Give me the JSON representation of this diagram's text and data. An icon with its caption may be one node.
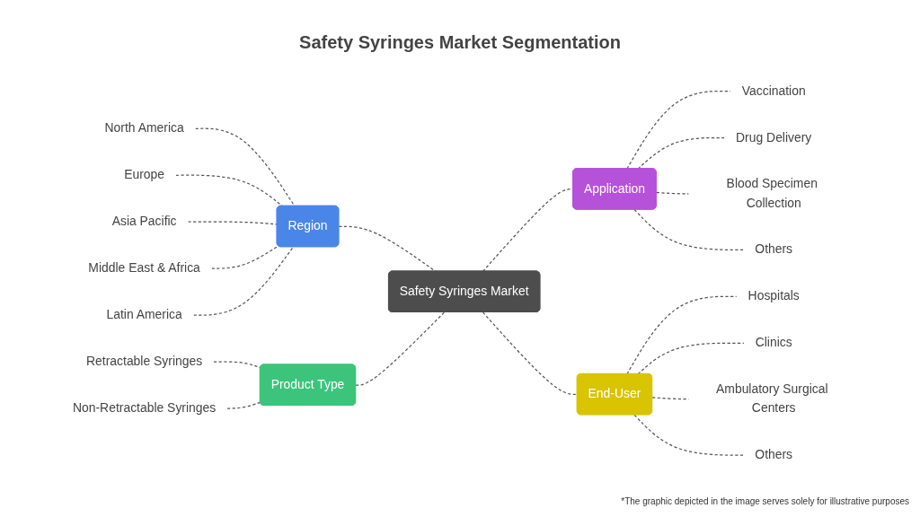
{
  "diagram": {
    "title": "Safety Syringes Market Segmentation",
    "nodes": [
      {
        "text": [
          "Safety Syringes Market"
        ]
      },
      {
        "text": [
          "Region"
        ]
      },
      {
        "text": [
          "North America"
        ]
      },
      {
        "text": [
          "Europe"
        ]
      },
      {
        "text": [
          "Asia Pacific"
        ]
      },
      {
        "text": [
          "Middle East & Africa"
        ]
      },
      {
        "text": [
          "Latin America"
        ]
      },
      {
        "text": [
          "Product Type"
        ]
      },
      {
        "text": [
          "Retractable Syringes"
        ]
      },
      {
        "text": [
          "Non-Retractable Syringes"
        ]
      },
      {
        "text": [
          "Application"
        ]
      },
      {
        "text": [
          "Vaccination"
        ]
      },
      {
        "text": [
          "Drug Delivery"
        ]
      },
      {
        "text": [
          "Blood Specimen Collection"
        ]
      },
      {
        "text": [
          "Others"
        ]
      },
      {
        "text": [
          "End-User"
        ]
      },
      {
        "text": [
          "Hospitals"
        ]
      },
      {
        "text": [
          "Clinics"
        ]
      },
      {
        "text": [
          "Ambulatory Surgical Centers"
        ]
      },
      {
        "text": [
          "Others"
        ]
      }
    ],
    "edges": [
      {
        "from": 0,
        "to": 1,
        "arrow": "none",
        "style": "dashed"
      },
      {
        "from": 1,
        "to": 2,
        "arrow": "none",
        "style": "dashed"
      },
      {
        "from": 1,
        "to": 3,
        "arrow": "none",
        "style": "dashed"
      },
      {
        "from": 1,
        "to": 4,
        "arrow": "none",
        "style": "dashed"
      },
      {
        "from": 1,
        "to": 5,
        "arrow": "none",
        "style": "dashed"
      },
      {
        "from": 1,
        "to": 6,
        "arrow": "none",
        "style": "dashed"
      },
      {
        "from": 0,
        "to": 7,
        "arrow": "none",
        "style": "dashed"
      },
      {
        "from": 7,
        "to": 8,
        "arrow": "none",
        "style": "dashed"
      },
      {
        "from": 7,
        "to": 9,
        "arrow": "none",
        "style": "dashed"
      },
      {
        "from": 0,
        "to": 10,
        "arrow": "none",
        "style": "dashed"
      },
      {
        "from": 10,
        "to": 11,
        "arrow": "none",
        "style": "dashed"
      },
      {
        "from": 10,
        "to": 12,
        "arrow": "none",
        "style": "dashed"
      },
      {
        "from": 10,
        "to": 13,
        "arrow": "none",
        "style": "dashed"
      },
      {
        "from": 10,
        "to": 14,
        "arrow": "none",
        "style": "dashed"
      },
      {
        "from": 0,
        "to": 15,
        "arrow": "none",
        "style": "dashed"
      },
      {
        "from": 15,
        "to": 16,
        "arrow": "none",
        "style": "dashed"
      },
      {
        "from": 15,
        "to": 17,
        "arrow": "none",
        "style": "dashed"
      },
      {
        "from": 15,
        "to": 18,
        "arrow": "none",
        "style": "dashed"
      },
      {
        "from": 15,
        "to": 19,
        "arrow": "none",
        "style": "dashed"
      }
    ],
    "labels": [
      "*The graphic depicted in the image serves solely for illustrative purposes"
    ]
  }
}
